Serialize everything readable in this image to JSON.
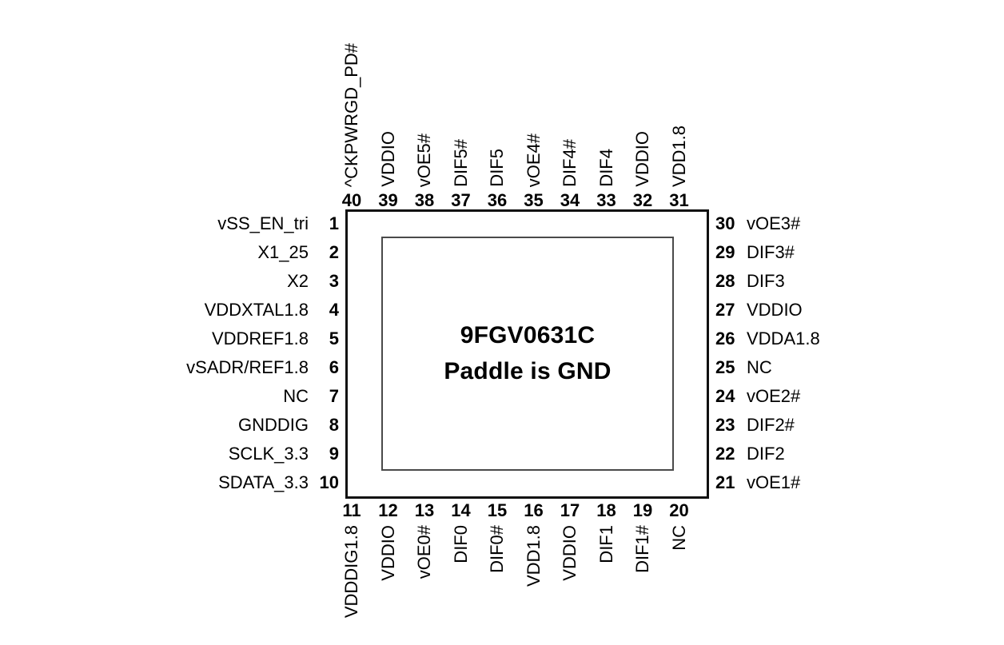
{
  "diagram": {
    "part_number": "9FGV0631C",
    "paddle_note": "Paddle is GND",
    "package_pin_count": 40
  },
  "pins": {
    "left": [
      {
        "number": "1",
        "label": "vSS_EN_tri"
      },
      {
        "number": "2",
        "label": "X1_25"
      },
      {
        "number": "3",
        "label": "X2"
      },
      {
        "number": "4",
        "label": "VDDXTAL1.8"
      },
      {
        "number": "5",
        "label": "VDDREF1.8"
      },
      {
        "number": "6",
        "label": "vSADR/REF1.8"
      },
      {
        "number": "7",
        "label": "NC"
      },
      {
        "number": "8",
        "label": "GNDDIG"
      },
      {
        "number": "9",
        "label": "SCLK_3.3"
      },
      {
        "number": "10",
        "label": "SDATA_3.3"
      }
    ],
    "bottom": [
      {
        "number": "11",
        "label": "VDDDIG1.8"
      },
      {
        "number": "12",
        "label": "VDDIO"
      },
      {
        "number": "13",
        "label": "vOE0#"
      },
      {
        "number": "14",
        "label": "DIF0"
      },
      {
        "number": "15",
        "label": "DIF0#"
      },
      {
        "number": "16",
        "label": "VDD1.8"
      },
      {
        "number": "17",
        "label": "VDDIO"
      },
      {
        "number": "18",
        "label": "DIF1"
      },
      {
        "number": "19",
        "label": "DIF1#"
      },
      {
        "number": "20",
        "label": "NC"
      }
    ],
    "right": [
      {
        "number": "30",
        "label": "vOE3#"
      },
      {
        "number": "29",
        "label": "DIF3#"
      },
      {
        "number": "28",
        "label": "DIF3"
      },
      {
        "number": "27",
        "label": "VDDIO"
      },
      {
        "number": "26",
        "label": "VDDA1.8"
      },
      {
        "number": "25",
        "label": "NC"
      },
      {
        "number": "24",
        "label": "vOE2#"
      },
      {
        "number": "23",
        "label": "DIF2#"
      },
      {
        "number": "22",
        "label": "DIF2"
      },
      {
        "number": "21",
        "label": "vOE1#"
      }
    ],
    "top": [
      {
        "number": "40",
        "label": "^CKPWRGD_PD#"
      },
      {
        "number": "39",
        "label": "VDDIO"
      },
      {
        "number": "38",
        "label": "vOE5#"
      },
      {
        "number": "37",
        "label": "DIF5#"
      },
      {
        "number": "36",
        "label": "DIF5"
      },
      {
        "number": "35",
        "label": "vOE4#"
      },
      {
        "number": "34",
        "label": "DIF4#"
      },
      {
        "number": "33",
        "label": "DIF4"
      },
      {
        "number": "32",
        "label": "VDDIO"
      },
      {
        "number": "31",
        "label": "VDD1.8"
      }
    ]
  },
  "colors": {
    "background": "#ffffff",
    "text": "#000000",
    "outline": "#111111",
    "paddle_outline": "#4a4a4a"
  }
}
